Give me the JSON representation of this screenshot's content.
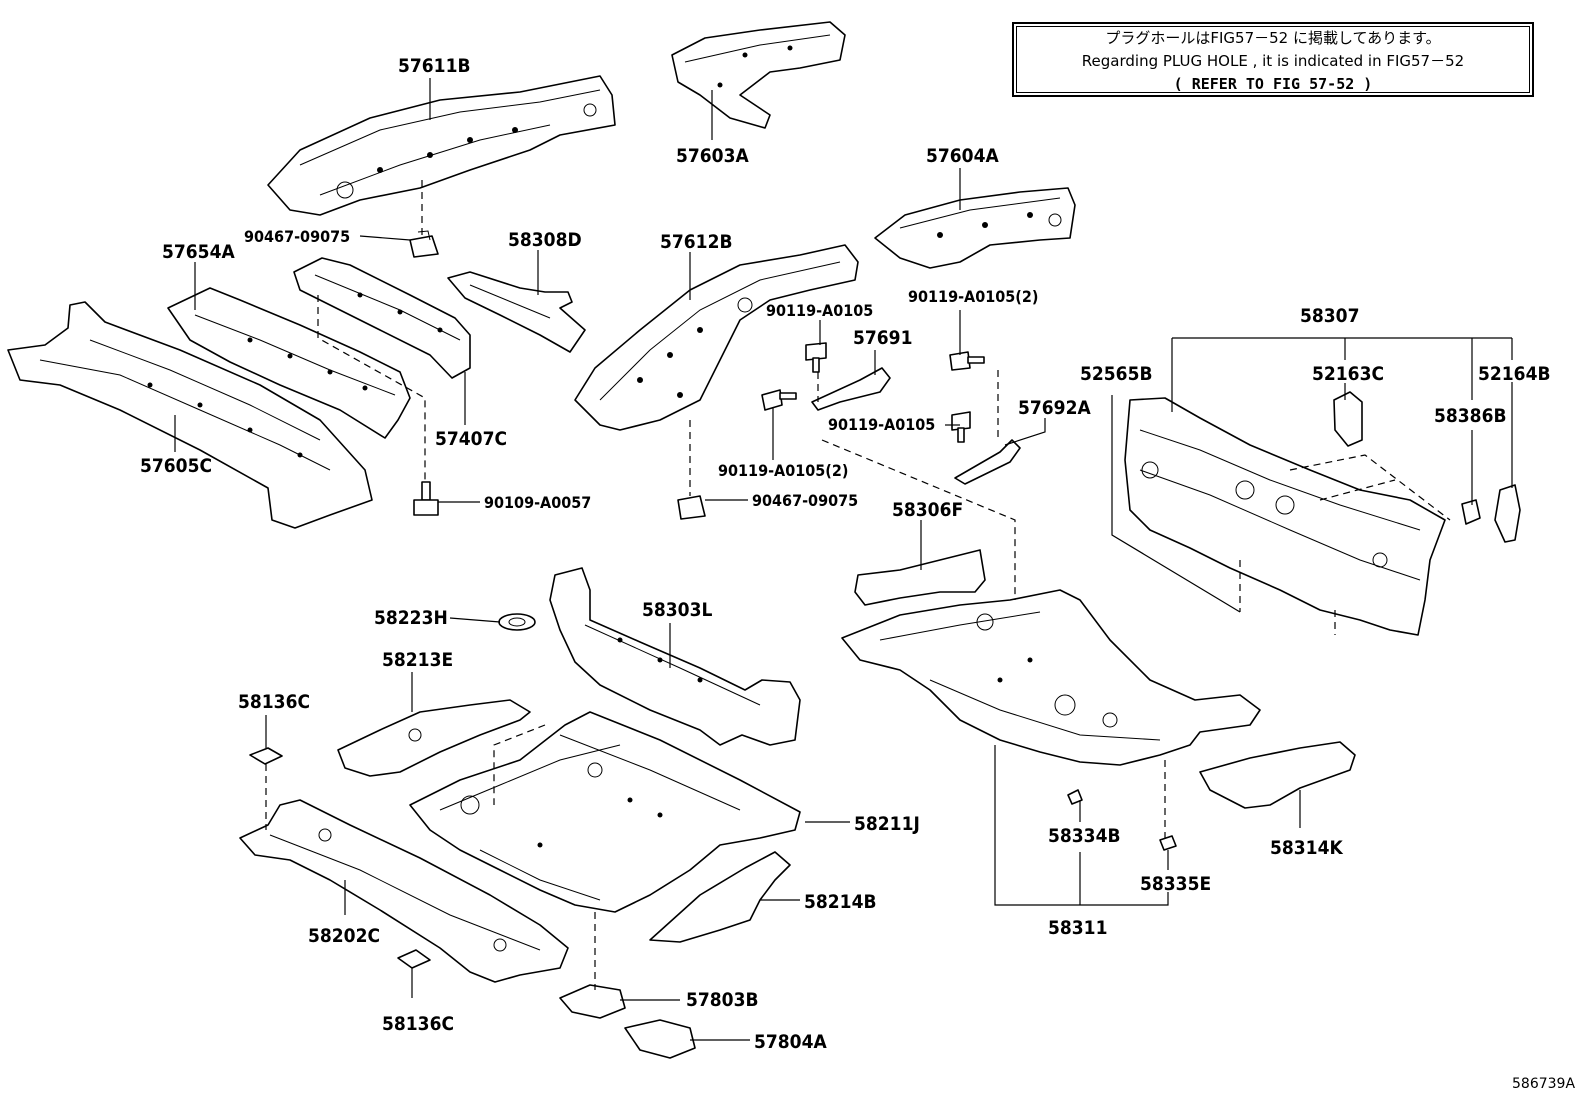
{
  "note": {
    "line1": "プラグホールはFIG57－52 に掲載してあります。",
    "line2": "Regarding  PLUG  HOLE  , it  is  indicated  in  FIG57－52",
    "line3": "(  REFER  TO  FIG  57-52  )"
  },
  "figure_id": "586739A",
  "labels": {
    "p57611B": "57611B",
    "p57603A": "57603A",
    "p57604A": "57604A",
    "p90467_09075_a": "90467-09075",
    "p58308D": "58308D",
    "p57612B": "57612B",
    "p57654A": "57654A",
    "p90119_A0105_a": "90119-A0105",
    "p90119_A0105_2_a": "90119-A0105(2)",
    "p57691": "57691",
    "p57407C": "57407C",
    "p57692A": "57692A",
    "p90119_A0105_b": "90119-A0105",
    "p90119_A0105_2_b": "90119-A0105(2)",
    "p57605C": "57605C",
    "p90109_A0057": "90109-A0057",
    "p90467_09075_b": "90467-09075",
    "p58306F": "58306F",
    "p58307": "58307",
    "p52565B": "52565B",
    "p52163C": "52163C",
    "p52164B": "52164B",
    "p58386B": "58386B",
    "p58223H": "58223H",
    "p58303L": "58303L",
    "p58213E": "58213E",
    "p58136C_a": "58136C",
    "p58211J": "58211J",
    "p58214B": "58214B",
    "p58202C": "58202C",
    "p58136C_b": "58136C",
    "p57803B": "57803B",
    "p57804A": "57804A",
    "p58334B": "58334B",
    "p58314K": "58314K",
    "p58335E": "58335E",
    "p58311": "58311"
  }
}
